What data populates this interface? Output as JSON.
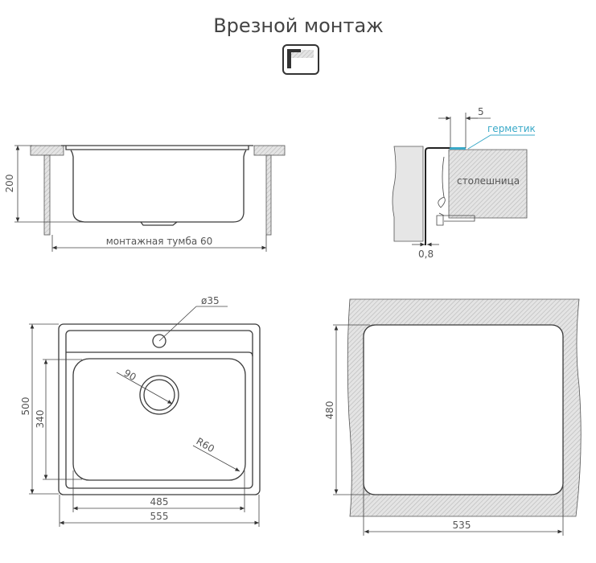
{
  "title": "Врезной монтаж",
  "icon": "flush-mount-icon",
  "side_view": {
    "height_label": "200",
    "cabinet_label": "монтажная тумба 60"
  },
  "detail_view": {
    "gap_label": "5",
    "sealant_label": "герметик",
    "countertop_label": "столешница",
    "thickness_label": "0,8"
  },
  "top_view": {
    "tap_hole_label": "ø35",
    "drain_label": "90",
    "radius_label": "R60",
    "outer_height_label": "500",
    "bowl_height_label": "340",
    "bowl_width_label": "485",
    "outer_width_label": "555"
  },
  "cutout_view": {
    "height_label": "480",
    "width_label": "535"
  },
  "colors": {
    "sealant": "#3aa9c8",
    "line": "#3a3a3a"
  }
}
